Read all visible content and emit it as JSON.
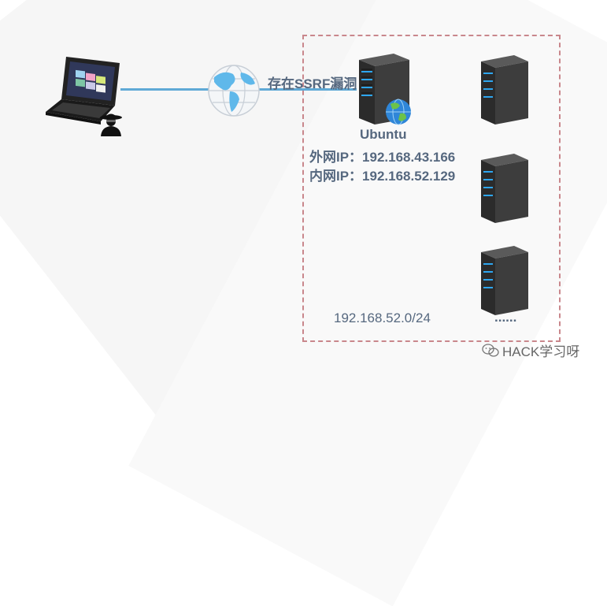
{
  "labels": {
    "vulnerability": "存在SSRF漏洞",
    "hostname": "Ubuntu",
    "external_ip": "外网IP：192.168.43.166",
    "internal_ip": "内网IP：192.168.52.129",
    "subnet": "192.168.52.0/24",
    "more_hosts": "......"
  },
  "watermark": {
    "text": "HACK学习呀",
    "icon": "wechat-icon"
  },
  "nodes": [
    {
      "id": "attacker",
      "icon": "laptop-icon"
    },
    {
      "id": "hacker",
      "icon": "hacker-icon"
    },
    {
      "id": "internet",
      "icon": "globe-icon"
    },
    {
      "id": "ubuntu",
      "icon": "server-icon"
    },
    {
      "id": "internal-1",
      "icon": "server-icon"
    },
    {
      "id": "internal-2",
      "icon": "server-icon"
    },
    {
      "id": "internal-3",
      "icon": "server-icon"
    }
  ],
  "colors": {
    "link": "#5fa9d6",
    "boundary": "#c9878c",
    "label": "#56687f",
    "server_light": "#2ea6f0"
  }
}
